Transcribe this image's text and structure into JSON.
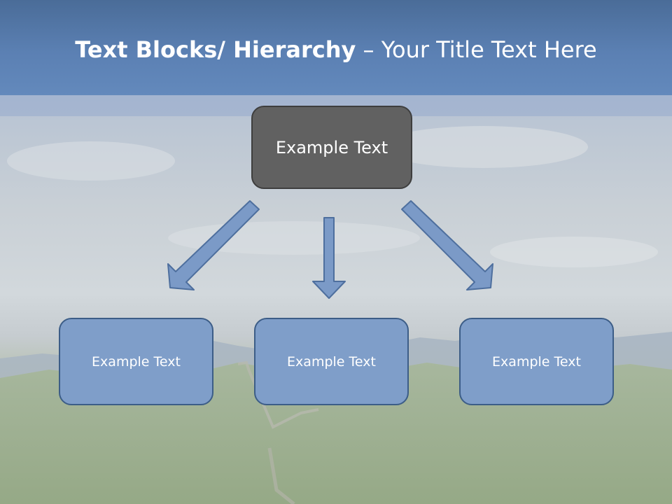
{
  "title": {
    "bold": "Text Blocks/ Hierarchy",
    "regular": " – Your Title Text Here"
  },
  "diagram": {
    "top_box": "Example Text",
    "child_boxes": [
      "Example Text",
      "Example Text",
      "Example Text"
    ]
  },
  "colors": {
    "header": "#5b80b3",
    "top_box": "#616161",
    "child_box": "#7f9ec9",
    "arrow_fill": "#7b9ac7",
    "arrow_stroke": "#4e6f9e"
  }
}
